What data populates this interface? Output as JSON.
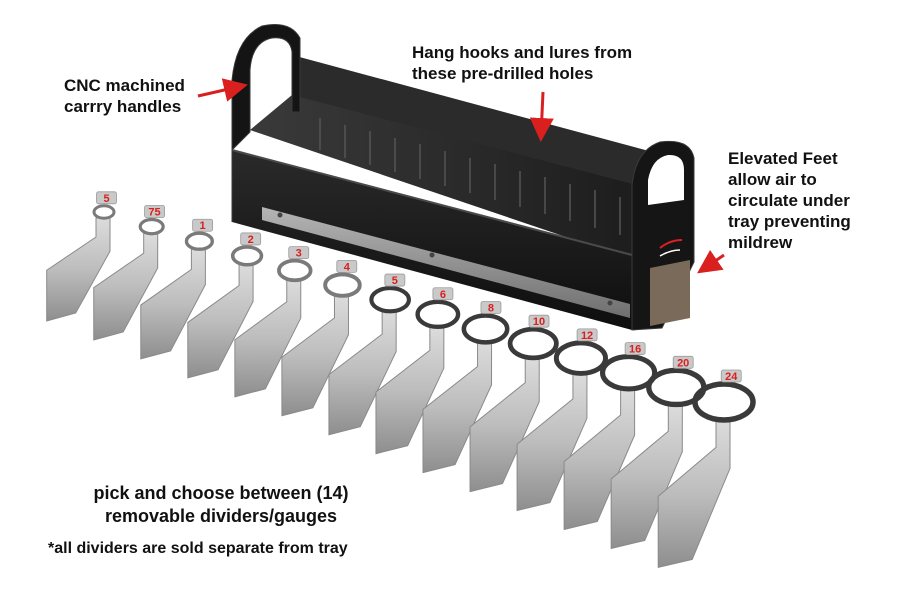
{
  "callouts": {
    "handles": [
      "CNC machined",
      "carrry handles"
    ],
    "holes": [
      "Hang hooks and lures from",
      "these pre-drilled holes"
    ],
    "feet": [
      "Elevated Feet",
      "allow air to",
      "circulate under",
      "tray preventing",
      "mildrew"
    ]
  },
  "gauges": [
    "5",
    "75",
    "1",
    "2",
    "3",
    "4",
    "5",
    "6",
    "8",
    "10",
    "12",
    "16",
    "20",
    "24"
  ],
  "caption": [
    "pick and choose between (14)",
    "removable dividers/gauges"
  ],
  "note": "*all dividers are sold separate from tray",
  "colors": {
    "tray": "#1b1b1b",
    "arrow": "#d9201f",
    "tag": "#d9201f"
  }
}
